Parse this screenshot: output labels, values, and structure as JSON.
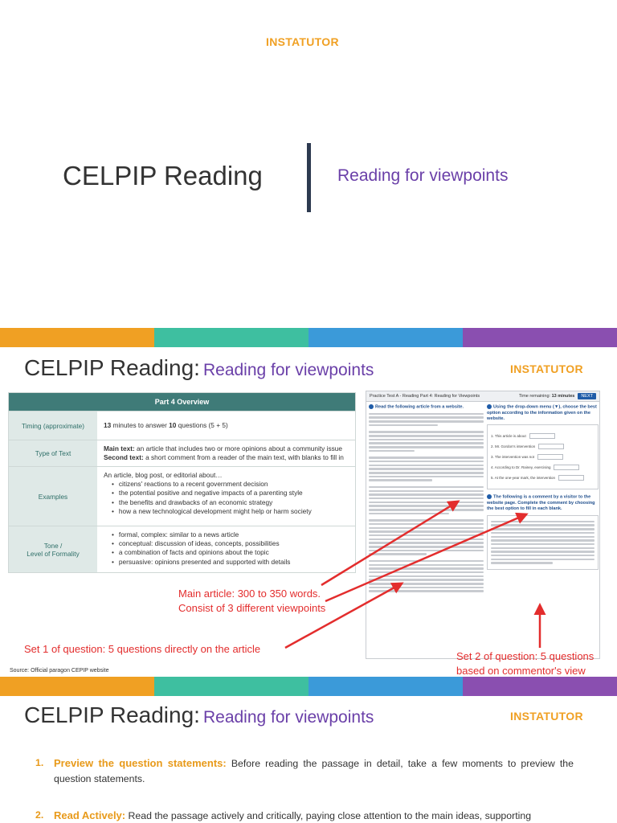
{
  "brand": "INSTATUTOR",
  "colors": {
    "brand": "#f0a023",
    "subtitle": "#6a3fa8",
    "note_red": "#e32d2d",
    "table_header": "#3f7b78"
  },
  "stripe_colors": [
    "#f0a023",
    "#3ebfa0",
    "#3b9ad9",
    "#8a4fb0"
  ],
  "slide1": {
    "title": "CELPIP Reading",
    "subtitle": "Reading for viewpoints"
  },
  "slide2": {
    "title": "CELPIP Reading:",
    "subtitle": "Reading for viewpoints",
    "table": {
      "header": "Part 4 Overview",
      "rows": [
        {
          "label": "Timing (approximate)",
          "value_prefix": "",
          "value_bold1": "13",
          "value_mid": " minutes to answer ",
          "value_bold2": "10",
          "value_suffix": " questions (5 + 5)"
        },
        {
          "label": "Type of Text",
          "main_label": "Main text:",
          "main_text": " an article that includes two or more opinions about a community issue",
          "second_label": "Second text:",
          "second_text": " a short comment from a reader of the main text, with blanks to fill in"
        },
        {
          "label": "Examples",
          "intro": "An article, blog post, or editorial about…",
          "bullets": [
            "citizens' reactions to a recent government decision",
            "the potential positive and negative impacts of a parenting style",
            "the benefits and drawbacks of an economic strategy",
            "how a new technological development might help or harm society"
          ]
        },
        {
          "label_line1": "Tone /",
          "label_line2": "Level of Formality",
          "bullets": [
            "formal, complex: similar to a news article",
            "conceptual: discussion of ideas, concepts, possibilities",
            "a combination of facts and opinions about the topic",
            "persuasive: opinions presented and supported with details"
          ]
        }
      ]
    },
    "practice": {
      "header_title": "Practice Test A - Reading Part 4: Reading for Viewpoints",
      "time_label": "Time remaining:",
      "time_value": "13 minutes",
      "next": "NEXT",
      "left_instruction": "Read the following article from a website.",
      "right_instruction": "Using the drop-down menu (▼), choose the best option according to the information given on the website.",
      "questions": [
        "1. This article is about",
        "2. Mr. Gordon's intervention",
        "3. The intervention was not",
        "4. According to Dr. Rainey, exercising",
        "5. At the one-year mark, the intervention"
      ],
      "comment_instruction": "The following is a comment by a visitor to the website page. Complete the comment by choosing the best option to fill in each blank."
    },
    "notes": {
      "main_article": "Main article: 300 to 350 words.",
      "viewpoints": "Consist of 3 different viewpoints",
      "set1": "Set 1 of question: 5 questions directly on the article",
      "set2_line1": "Set 2 of question: 5 questions",
      "set2_line2": "based on commentor's view"
    },
    "source": "Source: Official paragon CEPIP website"
  },
  "slide3": {
    "title": "CELPIP Reading:",
    "subtitle": "Reading for viewpoints",
    "tips": [
      {
        "number": "1.",
        "lead": "Preview the question statements:",
        "text": " Before reading the passage in detail, take a few moments to preview the question statements."
      },
      {
        "number": "2.",
        "lead": "Read Actively:",
        "text": " Read the passage actively and critically, paying close attention to the main ideas, supporting"
      }
    ]
  }
}
